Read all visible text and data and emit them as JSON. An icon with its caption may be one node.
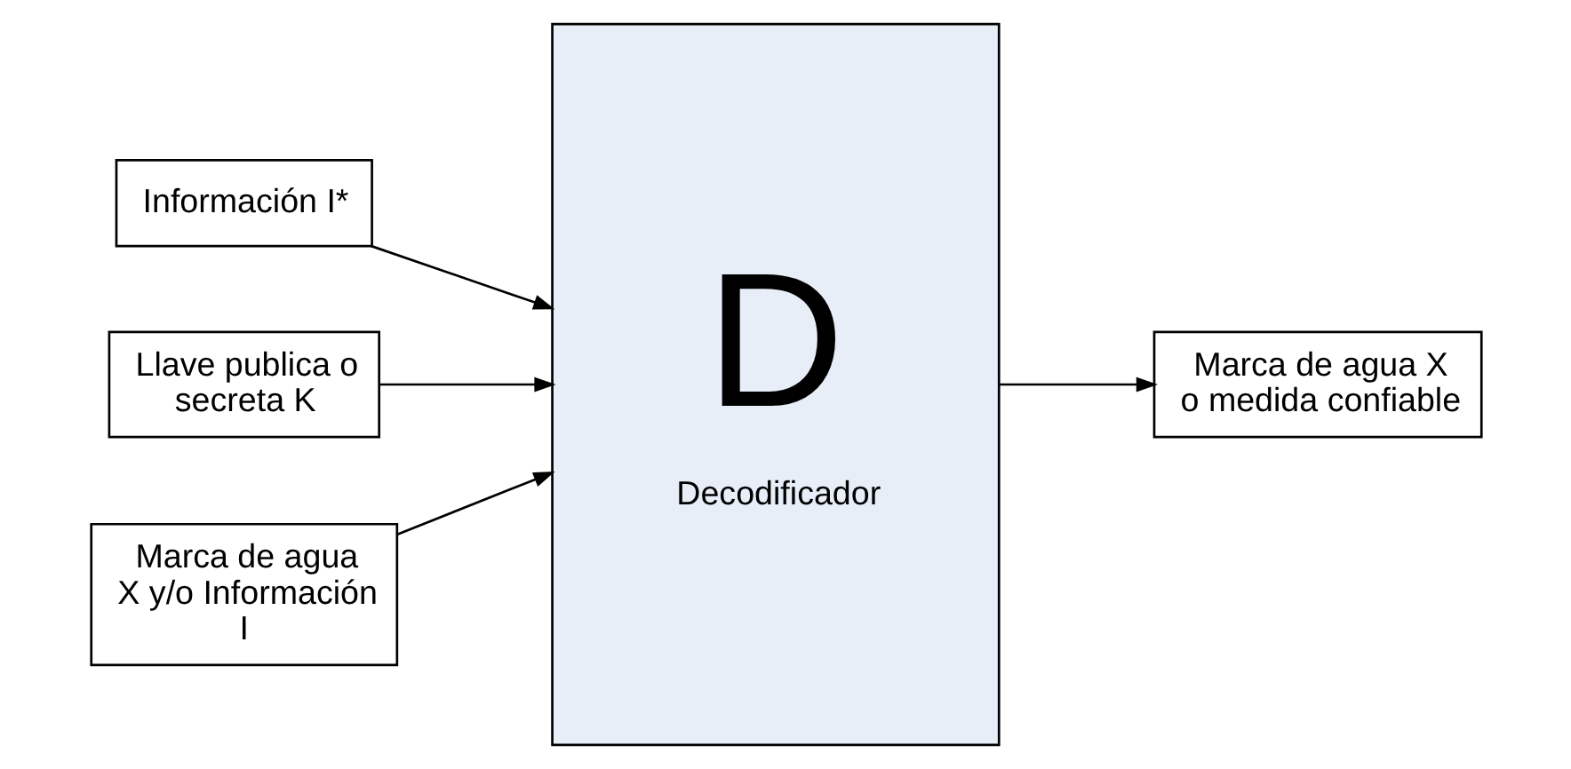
{
  "diagram": {
    "nodes": [
      {
        "text": [
          "Información I*"
        ]
      },
      {
        "text": [
          "Llave publica o secreta K"
        ]
      },
      {
        "text": [
          "Marca de agua X y/o Información I"
        ]
      },
      {
        "text": [
          "D",
          "Decodificador"
        ]
      },
      {
        "text": [
          "Marca de agua X o medida confiable"
        ]
      }
    ],
    "edges": [
      {
        "from": 0,
        "to": 3,
        "arrow": "to"
      },
      {
        "from": 1,
        "to": 3,
        "arrow": "to"
      },
      {
        "from": 2,
        "to": 3,
        "arrow": "to"
      },
      {
        "from": 3,
        "to": 4,
        "arrow": "to"
      }
    ]
  }
}
